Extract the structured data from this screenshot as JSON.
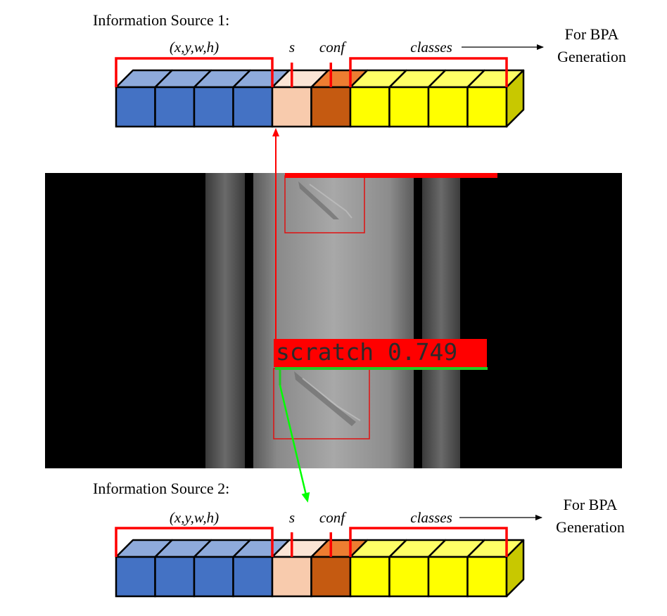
{
  "sources": [
    {
      "title": "Information Source 1:",
      "labels": {
        "box": "(x,y,w,h)",
        "s": "s",
        "conf": "conf",
        "classes": "classes"
      },
      "output": {
        "line1": "For BPA",
        "line2": "Generation"
      }
    },
    {
      "title": "Information Source 2:",
      "labels": {
        "box": "(x,y,w,h)",
        "s": "s",
        "conf": "conf",
        "classes": "classes"
      },
      "output": {
        "line1": "For BPA",
        "line2": "Generation"
      }
    }
  ],
  "detection": {
    "label": "scratch 0.749"
  },
  "colors": {
    "box_front": "#4472c4",
    "box_top": "#8eaadb",
    "s_front": "#f8cbad",
    "s_top": "#fbe5d6",
    "conf_front": "#c55a11",
    "conf_top": "#ed7d31",
    "class_front": "#ffff00",
    "class_top": "#ffff66",
    "side": "#c8c800",
    "bracket": "#ff0000",
    "green": "#00ff00",
    "green_box": "#22cc22"
  }
}
